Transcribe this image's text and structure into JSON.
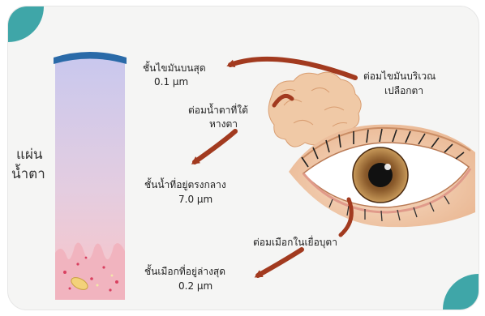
{
  "diagram": {
    "side_label": [
      "แผ่น",
      "น้ำตา"
    ],
    "layers": [
      {
        "name": "ชั้นไขมันบนสุด",
        "thickness": "0.1 μm"
      },
      {
        "name": "ชั้นน้ำที่อยู่ตรงกลาง",
        "thickness": "7.0 μm"
      },
      {
        "name": "ชั้นเมือกที่อยู่ล่างสุด",
        "thickness": "0.2 μm"
      }
    ],
    "glands": [
      {
        "label": [
          "ต่อมไขมันบริเวณ",
          "เปลือกตา"
        ]
      },
      {
        "label": [
          "ต่อมน้ำตาที่ใต้",
          "หางตา"
        ]
      },
      {
        "label": [
          "ต่อมเมือกในเยื่อบุตา"
        ]
      }
    ],
    "colors": {
      "accent": "#3fa6a8",
      "arrow": "#a23a1f",
      "lipid_layer": "#2a6aa8",
      "aqueous_top": "#c9c8ee",
      "mucin_bottom": "#f0a7b4",
      "iris": "#8a5a2b"
    }
  }
}
